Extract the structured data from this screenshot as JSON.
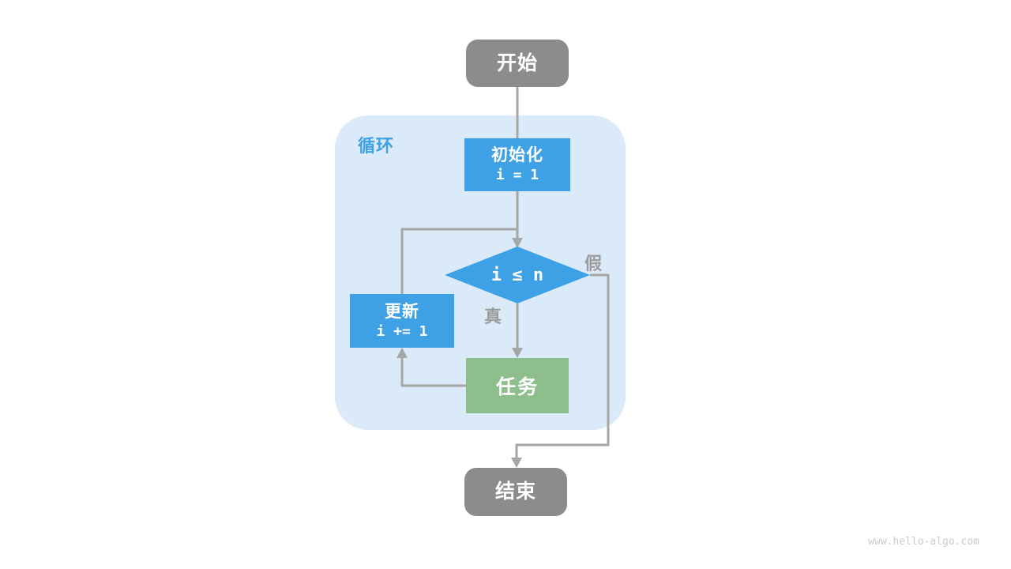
{
  "diagram": {
    "loop_container": {
      "label": "循环"
    },
    "nodes": {
      "start": {
        "label": "开始"
      },
      "init": {
        "label": "初始化",
        "code": "i = 1"
      },
      "condition": {
        "label": "i ≤ n"
      },
      "update": {
        "label": "更新",
        "code": "i += 1"
      },
      "task": {
        "label": "任务"
      },
      "end": {
        "label": "结束"
      }
    },
    "branches": {
      "true_label": "真",
      "false_label": "假"
    },
    "edges": [
      {
        "from": "start",
        "to": "init"
      },
      {
        "from": "init",
        "to": "condition"
      },
      {
        "from": "condition",
        "to": "task",
        "label": "真"
      },
      {
        "from": "task",
        "to": "update"
      },
      {
        "from": "update",
        "to": "condition"
      },
      {
        "from": "condition",
        "to": "end",
        "label": "假"
      }
    ],
    "watermark": "www.hello-algo.com",
    "colors": {
      "node_blue": "#3EA1E5",
      "node_green": "#8EBE8B",
      "node_gray": "#8C8C8C",
      "container_bg": "#DAEAF8",
      "loop_label": "#3EA1E5",
      "connector": "#A6A6A6",
      "branch_label": "#9C9C9C",
      "watermark": "#CBCBCB",
      "background": "#FFFFFF"
    }
  }
}
